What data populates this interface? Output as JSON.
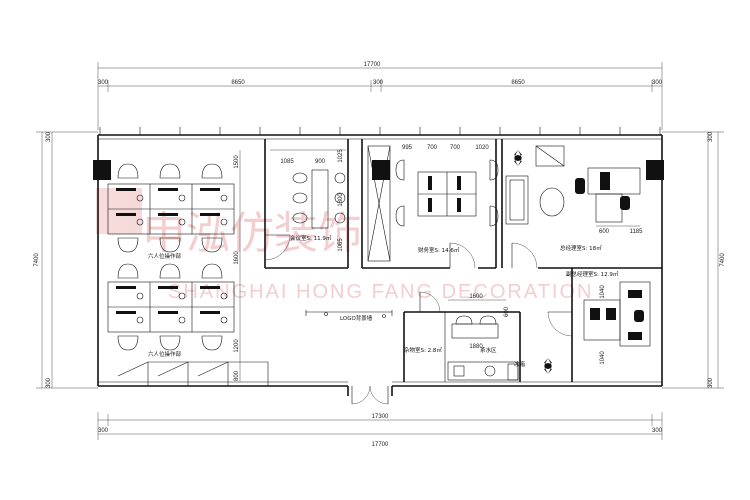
{
  "watermark": {
    "chinese": "申泓仿装饰",
    "english": "SHANGHAI HONG FANG DECORATION"
  },
  "dimensions": {
    "top_total": "17700",
    "top_segments": [
      "300",
      "8650",
      "300",
      "8650",
      "300"
    ],
    "bottom_total": "17700",
    "bottom_inner": "17300",
    "bottom_segments": [
      "300",
      "300"
    ],
    "left_total": "7400",
    "left_segments": [
      "300",
      "300"
    ],
    "right_total": "7400",
    "right_segments": [
      "300",
      "300"
    ],
    "left_column": [
      "1500",
      "1600",
      "1200",
      "800"
    ],
    "meeting": [
      "1085",
      "900",
      "1025",
      "1800",
      "1065"
    ],
    "finance": [
      "995",
      "700",
      "700",
      "1020"
    ],
    "gm": [
      "600",
      "1185"
    ],
    "deputy": [
      "1040",
      "1040"
    ],
    "pantry": [
      "1600",
      "600",
      "1880"
    ]
  },
  "rooms": {
    "workspace_top": "六人位操作部",
    "workspace_bottom": "六人位操作部",
    "meeting": "会议室S: 11.9㎡",
    "finance": "财务室S: 14.6㎡",
    "gm": "总经理室S: 18㎡",
    "deputy": "副总经理室S: 12.9㎡",
    "storage": "杂物室S: 2.8㎡",
    "pantry": "茶水区",
    "fridge": "冰箱",
    "entrance_note": "LOGO背景墙"
  }
}
